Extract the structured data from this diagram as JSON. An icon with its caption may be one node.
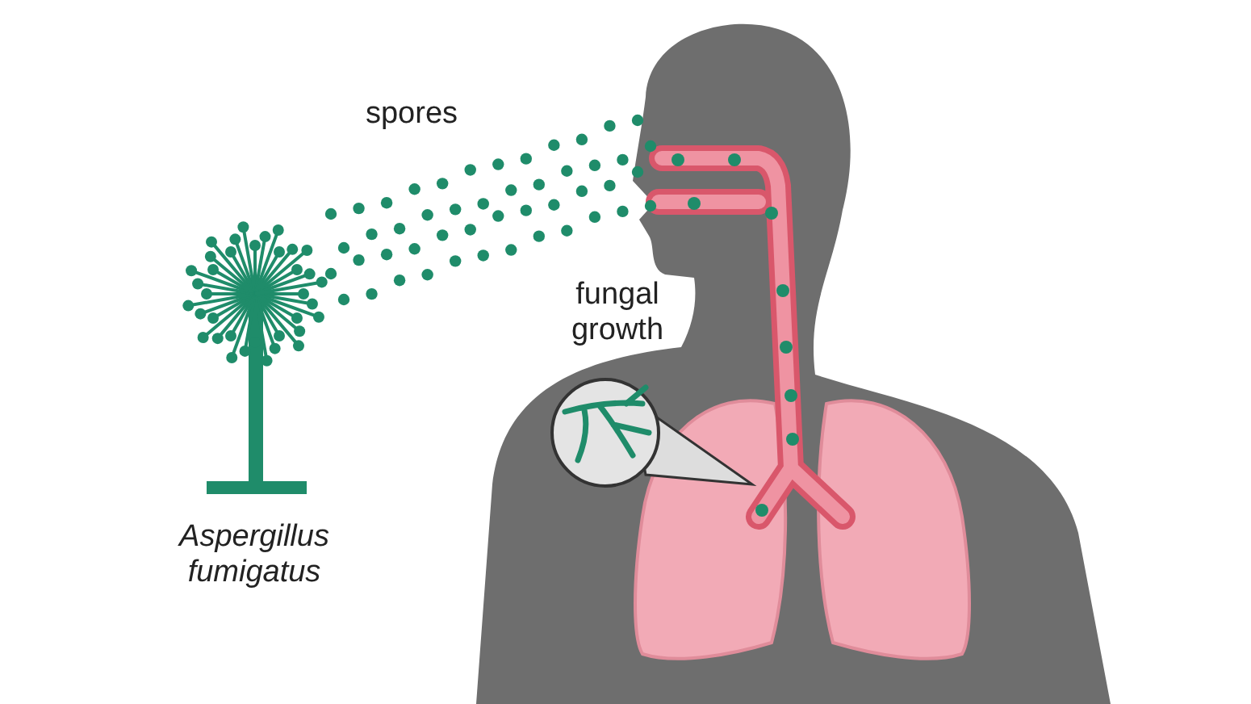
{
  "diagram": {
    "labels": [
      "spores",
      "fungal growth",
      "Aspergillus fumigatus"
    ]
  }
}
